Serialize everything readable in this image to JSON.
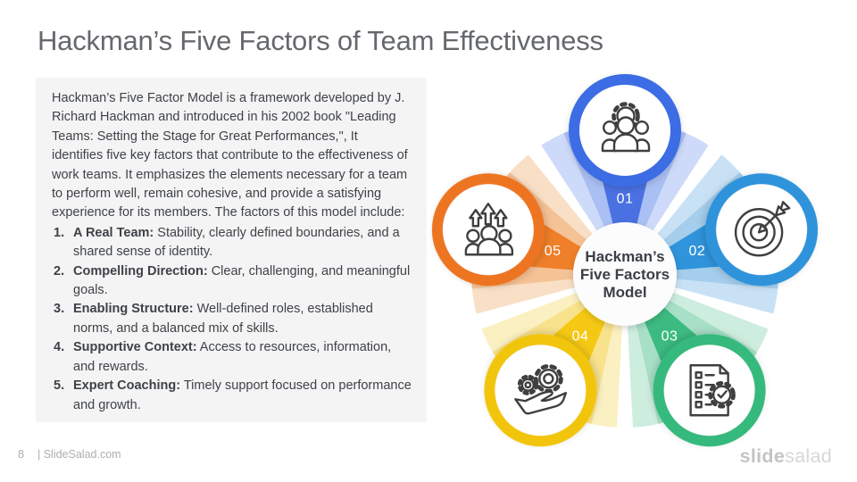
{
  "title": "Hackman’s Five Factors of Team Effectiveness",
  "box": {
    "intro": "Hackman’s Five Factor Model is a framework developed by J. Richard Hackman and introduced in his 2002 book \"Leading Teams: Setting the Stage for Great Performances,\", It identifies five key factors that contribute to the effectiveness of work teams. It emphasizes the elements necessary for a team to perform well, remain cohesive, and provide a satisfying experience for its members. The factors of this model include:",
    "items": [
      {
        "n": "1.",
        "label": "A Real Team:",
        "text": "Stability, clearly defined boundaries, and a shared sense of identity."
      },
      {
        "n": "2.",
        "label": "Compelling Direction:",
        "text": "Clear, challenging, and meaningful goals."
      },
      {
        "n": "3.",
        "label": "Enabling Structure:",
        "text": "Well-defined roles, established norms, and a balanced mix of skills."
      },
      {
        "n": "4.",
        "label": "Supportive Context:",
        "text": "Access to resources, information, and rewards."
      },
      {
        "n": "5.",
        "label": "Expert Coaching:",
        "text": "Timely support focused on performance and growth."
      }
    ]
  },
  "diagram": {
    "center_lines": [
      "Hackman’s",
      "Five Factors",
      "Model"
    ],
    "petals": [
      {
        "num": "01",
        "icon": "team-gear-icon",
        "ring": "#3E6DE4",
        "core": "#4A71E2",
        "mid": "#AABFF3",
        "light": "#CEDAF9"
      },
      {
        "num": "02",
        "icon": "target-arrow-icon",
        "ring": "#2D93DA",
        "core": "#2F94DB",
        "mid": "#A5CEEC",
        "light": "#C9E1F5"
      },
      {
        "num": "03",
        "icon": "checklist-gear-icon",
        "ring": "#35B97C",
        "core": "#3CBB81",
        "mid": "#A8DFC7",
        "light": "#CDEDDE"
      },
      {
        "num": "04",
        "icon": "hand-gears-icon",
        "ring": "#F2C511",
        "core": "#F5C913",
        "mid": "#F8E28C",
        "light": "#FBF0C2"
      },
      {
        "num": "05",
        "icon": "team-growth-icon",
        "ring": "#ED7421",
        "core": "#EF7F28",
        "mid": "#F5C295",
        "light": "#F9DFC5"
      }
    ]
  },
  "footer": {
    "page": "8",
    "site": "| SlideSalad.com"
  },
  "brand": {
    "part1": "slide",
    "part2": "salad"
  }
}
